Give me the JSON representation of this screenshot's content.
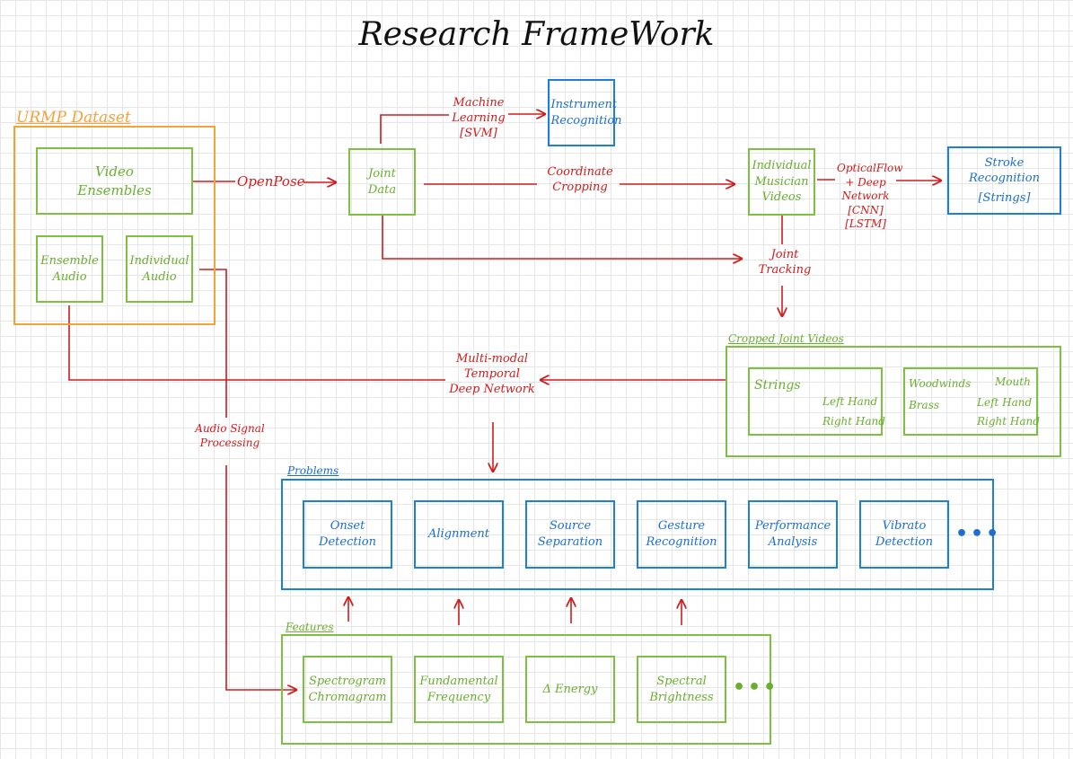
{
  "title": "Research FrameWork",
  "dataset": {
    "label": "URMP Dataset",
    "video": "Video Ensembles",
    "ensemble_audio": "Ensemble Audio",
    "individual_audio": "Individual Audio"
  },
  "nodes": {
    "joint_data": "Joint Data",
    "instrument_recognition": "Instrument Recognition",
    "individual_musician_videos": "Individual Musician Videos",
    "stroke_recognition": "Stroke Recognition",
    "stroke_recognition_sub": "[Strings]"
  },
  "edges": {
    "openpose": "OpenPose",
    "machine_learning": "Machine Learning [SVM]",
    "coordinate_cropping": "Coordinate Cropping",
    "optical_flow": "OpticalFlow + Deep Network [CNN] [LSTM]",
    "joint_tracking": "Joint Tracking",
    "multimodal": "Multi-modal Temporal Deep Network",
    "audio_signal": "Audio Signal Processing"
  },
  "cropped": {
    "label": "Cropped Joint Videos",
    "strings": "Strings",
    "left_hand": "Left Hand",
    "right_hand": "Right Hand",
    "woodwinds": "Woodwinds",
    "brass": "Brass",
    "mouth": "Mouth",
    "left_hand_2": "Left Hand",
    "right_hand_2": "Right Hand"
  },
  "problems": {
    "label": "Problems",
    "items": [
      "Onset Detection",
      "Alignment",
      "Source Separation",
      "Gesture Recognition",
      "Performance Analysis",
      "Vibrato Detection"
    ],
    "more": "•••"
  },
  "features": {
    "label": "Features",
    "items": [
      "Spectrogram Chromagram",
      "Fundamental Frequency",
      "Δ Energy",
      "Spectral Brightness"
    ],
    "more": "•••"
  },
  "colors": {
    "green": "#7ec142",
    "blue": "#1c7fdb",
    "orange": "#f4a23a",
    "red": "#d01c1c"
  }
}
